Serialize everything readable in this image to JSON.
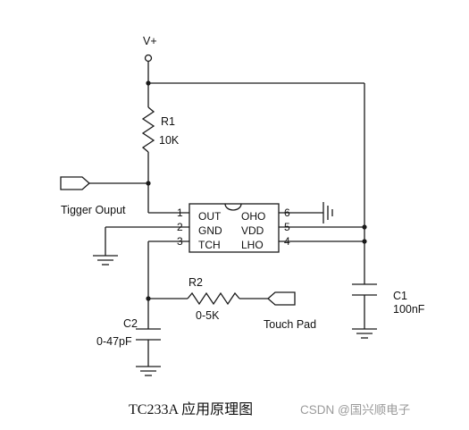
{
  "supply": {
    "label": "V+"
  },
  "r1": {
    "name": "R1",
    "value": "10K"
  },
  "r2": {
    "name": "R2",
    "value": "0-5K"
  },
  "c1": {
    "name": "C1",
    "value": "100nF"
  },
  "c2": {
    "name": "C2",
    "value": "0-47pF"
  },
  "output_label": "Tigger Ouput",
  "touch_label": "Touch Pad",
  "ic": {
    "pins_left": [
      {
        "num": "1",
        "name": "OUT"
      },
      {
        "num": "2",
        "name": "GND"
      },
      {
        "num": "3",
        "name": "TCH"
      }
    ],
    "pins_right": [
      {
        "num": "6",
        "name": "OHO"
      },
      {
        "num": "5",
        "name": "VDD"
      },
      {
        "num": "4",
        "name": "LHO"
      }
    ]
  },
  "caption": "TC233A 应用原理图",
  "watermark": "CSDN @国兴顺电子"
}
